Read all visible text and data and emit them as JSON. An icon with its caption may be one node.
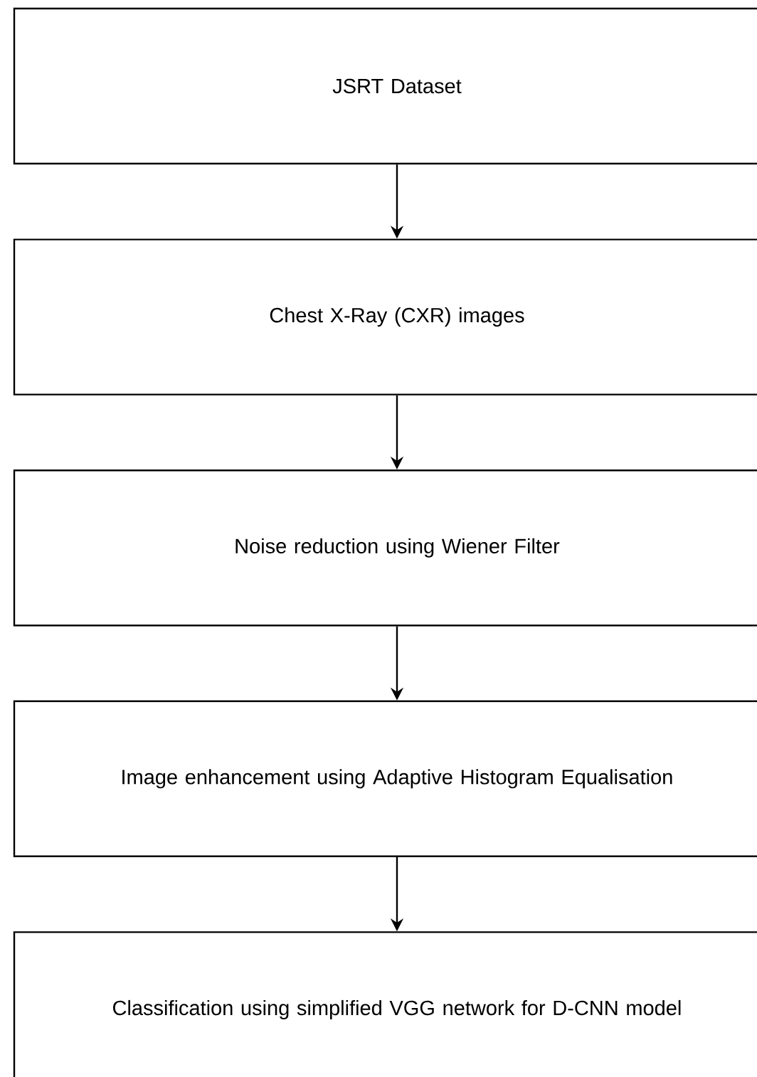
{
  "diagram": {
    "nodes": [
      {
        "text": [
          "JSRT Dataset"
        ]
      },
      {
        "text": [
          "Chest X-Ray (CXR) images"
        ]
      },
      {
        "text": [
          "Noise reduction using Wiener Filter"
        ]
      },
      {
        "text": [
          "Image enhancement using Adaptive Histogram Equalisation"
        ]
      },
      {
        "text": [
          "Classification using simplified VGG network for D-CNN model"
        ]
      }
    ],
    "edges": [
      {
        "from": 0,
        "to": 1,
        "arrow": "to"
      },
      {
        "from": 1,
        "to": 2,
        "arrow": "to"
      },
      {
        "from": 2,
        "to": 3,
        "arrow": "to"
      },
      {
        "from": 3,
        "to": 4,
        "arrow": "to"
      }
    ]
  }
}
